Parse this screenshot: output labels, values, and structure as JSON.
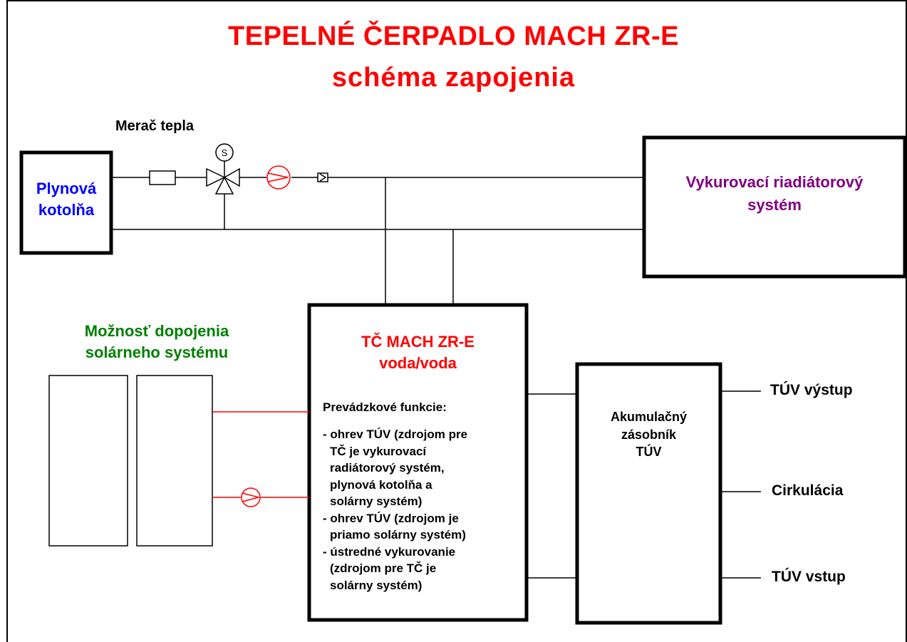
{
  "title": {
    "line1": "TEPELNÉ ČERPADLO MACH ZR-E",
    "line2": "schéma zapojenia"
  },
  "heat_meter_label": "Merač tepla",
  "boiler": {
    "line1": "Plynová",
    "line2": "kotolňa"
  },
  "radiator_system": {
    "line1": "Vykurovací riadiátorový",
    "line2": "systém"
  },
  "solar_option": {
    "line1": "Možnosť dopojenia",
    "line2": "solárneho systému"
  },
  "heat_pump": {
    "line1": "TČ MACH ZR-E",
    "line2": "voda/voda",
    "functions_heading": "Prevádzkové funkcie:",
    "functions_lines": [
      "- ohrev TÚV (zdrojom pre",
      "  TČ je vykurovací",
      "  radiátorový systém,",
      "  plynová kotolňa  a",
      "  solárny systém)",
      "- ohrev TÚV (zdrojom je",
      "  priamo solárny systém)",
      "- ústredné vykurovanie",
      "  (zdrojom pre TČ je",
      "  solárny systém)"
    ]
  },
  "tank": {
    "line1": "Akumulačný",
    "line2": "zásobník",
    "line3": "TÚV"
  },
  "outputs": {
    "hot_water_out": "TÚV výstup",
    "circulation": "Cirkulácia",
    "hot_water_in": "TÚV vstup"
  },
  "valve_symbol": "S",
  "colors": {
    "title": "#ff0000",
    "boiler_text": "#0000ff",
    "radiator_text": "#800080",
    "solar_text": "#008000",
    "solar_pipes": "#ff0000",
    "pump": "#ff0000",
    "lines": "#000000"
  }
}
